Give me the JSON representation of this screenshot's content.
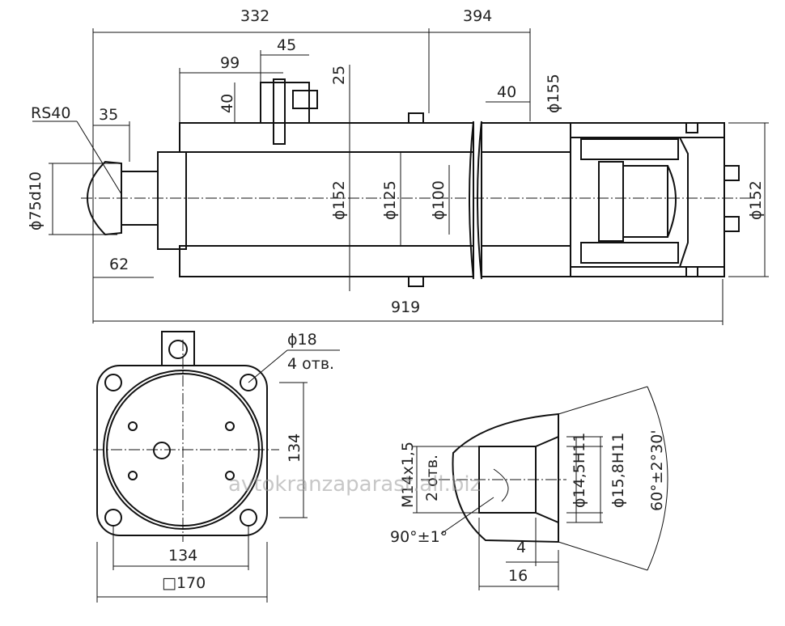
{
  "dimensions": {
    "d332": "332",
    "d394": "394",
    "d45": "45",
    "d99": "99",
    "d25": "25",
    "d40a": "40",
    "d40b": "40",
    "d155": "ϕ155",
    "rs40": "RS40",
    "d35": "35",
    "d75": "ϕ75d10",
    "d62": "62",
    "d152a": "ϕ152",
    "d125": "ϕ125",
    "d100": "ϕ100",
    "d152b": "ϕ152",
    "d919": "919",
    "d18": "ϕ18",
    "holes": "4 отв.",
    "d134v": "134",
    "d134h": "134",
    "sq170": "□170",
    "m14": "M14x1,5",
    "m14b": "2 отв.",
    "d145": "ϕ14,5H11",
    "d158": "ϕ15,8H11",
    "a60": "60°±2°30'",
    "a90": "90°±1°",
    "d4": "4",
    "d16": "16"
  },
  "watermark": "avtokranzaparast.all.biz"
}
